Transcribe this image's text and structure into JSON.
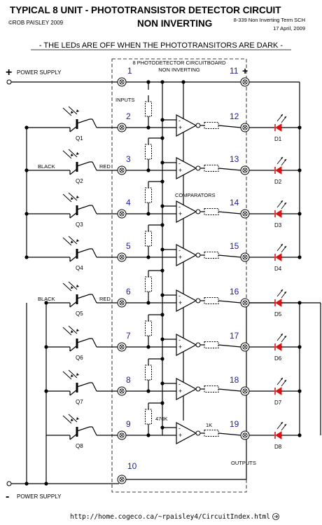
{
  "header": {
    "title_line1": "TYPICAL 8 UNIT - PHOTOTRANSISTOR DETECTOR CIRCUIT",
    "title_line2": "NON INVERTING",
    "copyright": "©ROB PAISLEY 2009",
    "file_ref": "8-339 Non Inverting Term SCH",
    "date": "17 April, 2009"
  },
  "note": "- THE LEDs ARE OFF WHEN THE PHOTOTRANSITORS ARE DARK -",
  "labels": {
    "power_plus": "POWER SUPPLY",
    "power_minus": "POWER SUPPLY",
    "plus_sign": "+",
    "minus_sign": "-",
    "board_line1": "8 PHOTODETECTOR CIRCUITBOARD",
    "board_line2": "NON INVERTING",
    "inputs": "INPUTS",
    "comparators": "COMPARATORS",
    "outputs": "OUTPUTS",
    "black_1": "BLACK",
    "red_1": "RED",
    "black_2": "BLACK",
    "red_2": "RED",
    "r_470k": "470K",
    "r_1k": "1K",
    "opamp_plus": "+",
    "opamp_minus": "-"
  },
  "terminals": {
    "t1": "1",
    "t10": "10",
    "t11": "11",
    "input_numbers": [
      "2",
      "3",
      "4",
      "5",
      "6",
      "7",
      "8",
      "9"
    ],
    "output_numbers": [
      "12",
      "13",
      "14",
      "15",
      "16",
      "17",
      "18",
      "19"
    ]
  },
  "transistors": [
    "Q1",
    "Q2",
    "Q3",
    "Q4",
    "Q5",
    "Q6",
    "Q7",
    "Q8"
  ],
  "leds": [
    "D1",
    "D2",
    "D3",
    "D4",
    "D5",
    "D6",
    "D7",
    "D8"
  ],
  "footer_url": "http://home.cogeco.ca/~rpaisley4/CircuitIndex.html",
  "colors": {
    "led": "#dd1111",
    "number": "#1a1aa6",
    "line": "#000000"
  }
}
